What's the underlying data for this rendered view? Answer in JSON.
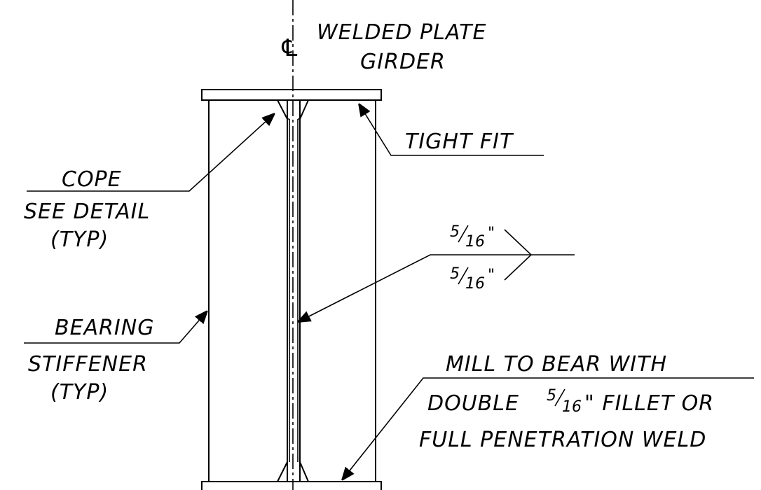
{
  "title": {
    "symbol": "℄",
    "line1": "WELDED PLATE",
    "line2": "GIRDER"
  },
  "labels": {
    "tight_fit": "TIGHT FIT",
    "cope": "COPE",
    "see_detail": "SEE DETAIL",
    "typ_1": "(TYP)",
    "bearing": "BEARING",
    "stiffener": "STIFFENER",
    "typ_2": "(TYP)",
    "mill_line1": "MILL TO BEAR WITH",
    "mill_line2_a": "DOUBLE",
    "mill_line2_b": "\" FILLET OR",
    "mill_line3": "FULL PENETRATION WELD"
  },
  "weld_symbol": {
    "top_num": "5",
    "top_den": "16",
    "top_unit": "\"",
    "bottom_num": "5",
    "bottom_den": "16",
    "bottom_unit": "\""
  },
  "mill_fraction": {
    "num": "5",
    "den": "16"
  }
}
